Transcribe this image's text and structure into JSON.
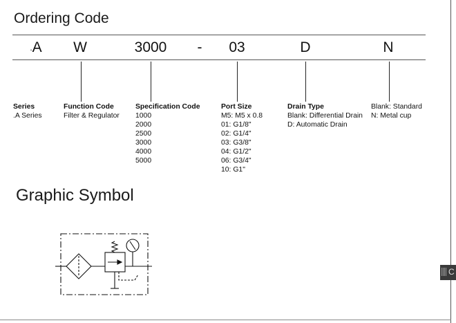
{
  "ordering": {
    "title": "Ordering Code",
    "codes": [
      {
        "id": "series",
        "letter": "A",
        "prefix": "."
      },
      {
        "id": "function",
        "letter": "W"
      },
      {
        "id": "spec",
        "letter": "3000"
      },
      {
        "id": "dash",
        "letter": "-"
      },
      {
        "id": "port",
        "letter": "03"
      },
      {
        "id": "drain",
        "letter": "D"
      },
      {
        "id": "cup",
        "letter": "N"
      }
    ],
    "columns": {
      "series": {
        "head": "Series",
        "items": [
          ".A Series"
        ]
      },
      "function": {
        "head": "Function Code",
        "items": [
          "Filter & Regulator"
        ]
      },
      "spec": {
        "head": "Specification Code",
        "items": [
          "1000",
          "2000",
          "2500",
          "3000",
          "4000",
          "5000"
        ]
      },
      "port": {
        "head": "Port Size",
        "items": [
          "M5: M5 x 0.8",
          "01: G1/8\"",
          "02: G1/4\"",
          "03: G3/8\"",
          "04: G1/2\"",
          "06: G3/4\"",
          "10: G1\""
        ]
      },
      "drain": {
        "head": "Drain Type",
        "items": [
          "Blank: Differential Drain",
          "D: Automatic Drain"
        ]
      },
      "cup": {
        "head": "",
        "items": [
          "Blank: Standard",
          "N: Metal cup"
        ]
      }
    }
  },
  "graphic": {
    "title": "Graphic Symbol",
    "icon": "filter-regulator-symbol"
  },
  "side_tab": {
    "label": "C"
  }
}
